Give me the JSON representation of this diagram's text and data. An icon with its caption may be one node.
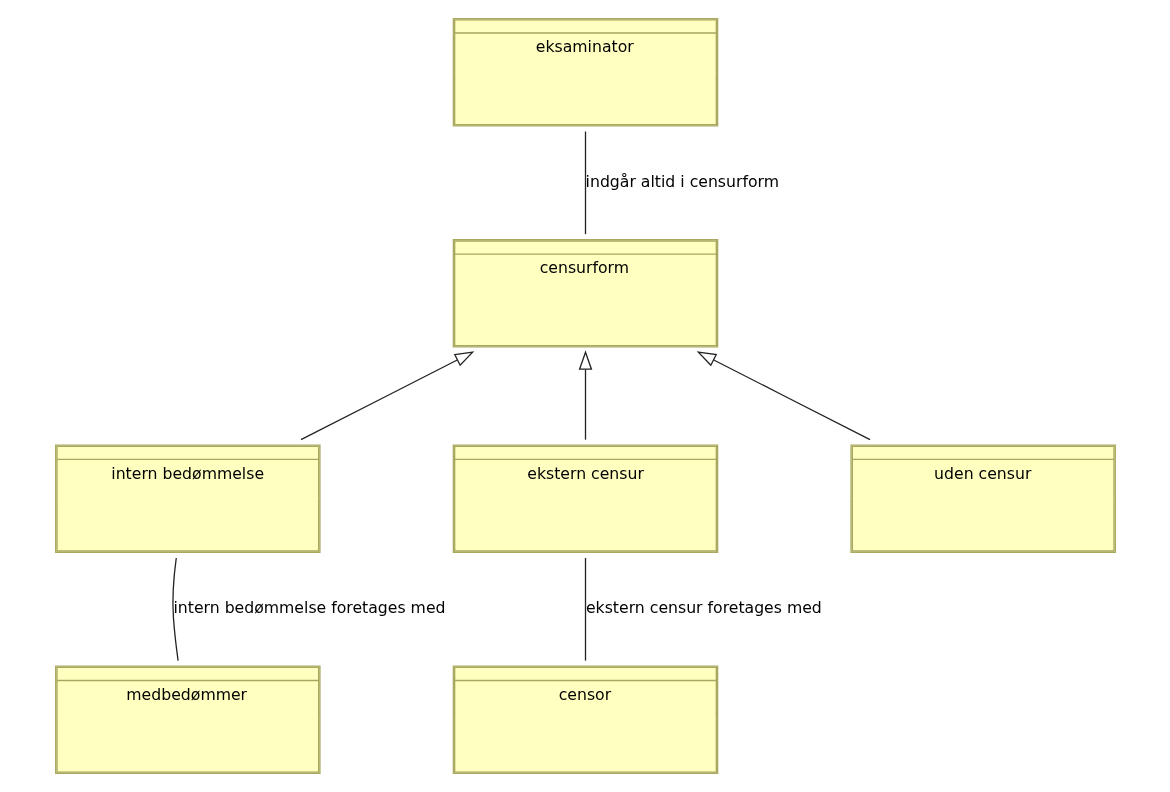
{
  "diagram": {
    "nodes": [
      {
        "text": [
          "eksaminator"
        ]
      },
      {
        "text": [
          "censurform"
        ]
      },
      {
        "text": [
          "intern bedømmelse"
        ]
      },
      {
        "text": [
          "ekstern censur"
        ]
      },
      {
        "text": [
          "uden censur"
        ]
      },
      {
        "text": [
          "medbedømmer"
        ]
      },
      {
        "text": [
          "censor"
        ]
      }
    ],
    "edges": [
      {
        "from": 0,
        "to": 1,
        "arrow": "none",
        "label": "indgår altid i censurform"
      },
      {
        "from": 2,
        "to": 1,
        "arrow": "to"
      },
      {
        "from": 3,
        "to": 1,
        "arrow": "to"
      },
      {
        "from": 4,
        "to": 1,
        "arrow": "to"
      },
      {
        "from": 2,
        "to": 5,
        "arrow": "none",
        "label": "intern bedømmelse foretages med"
      },
      {
        "from": 3,
        "to": 6,
        "arrow": "none",
        "label": "ekstern censur foretages med"
      }
    ]
  }
}
